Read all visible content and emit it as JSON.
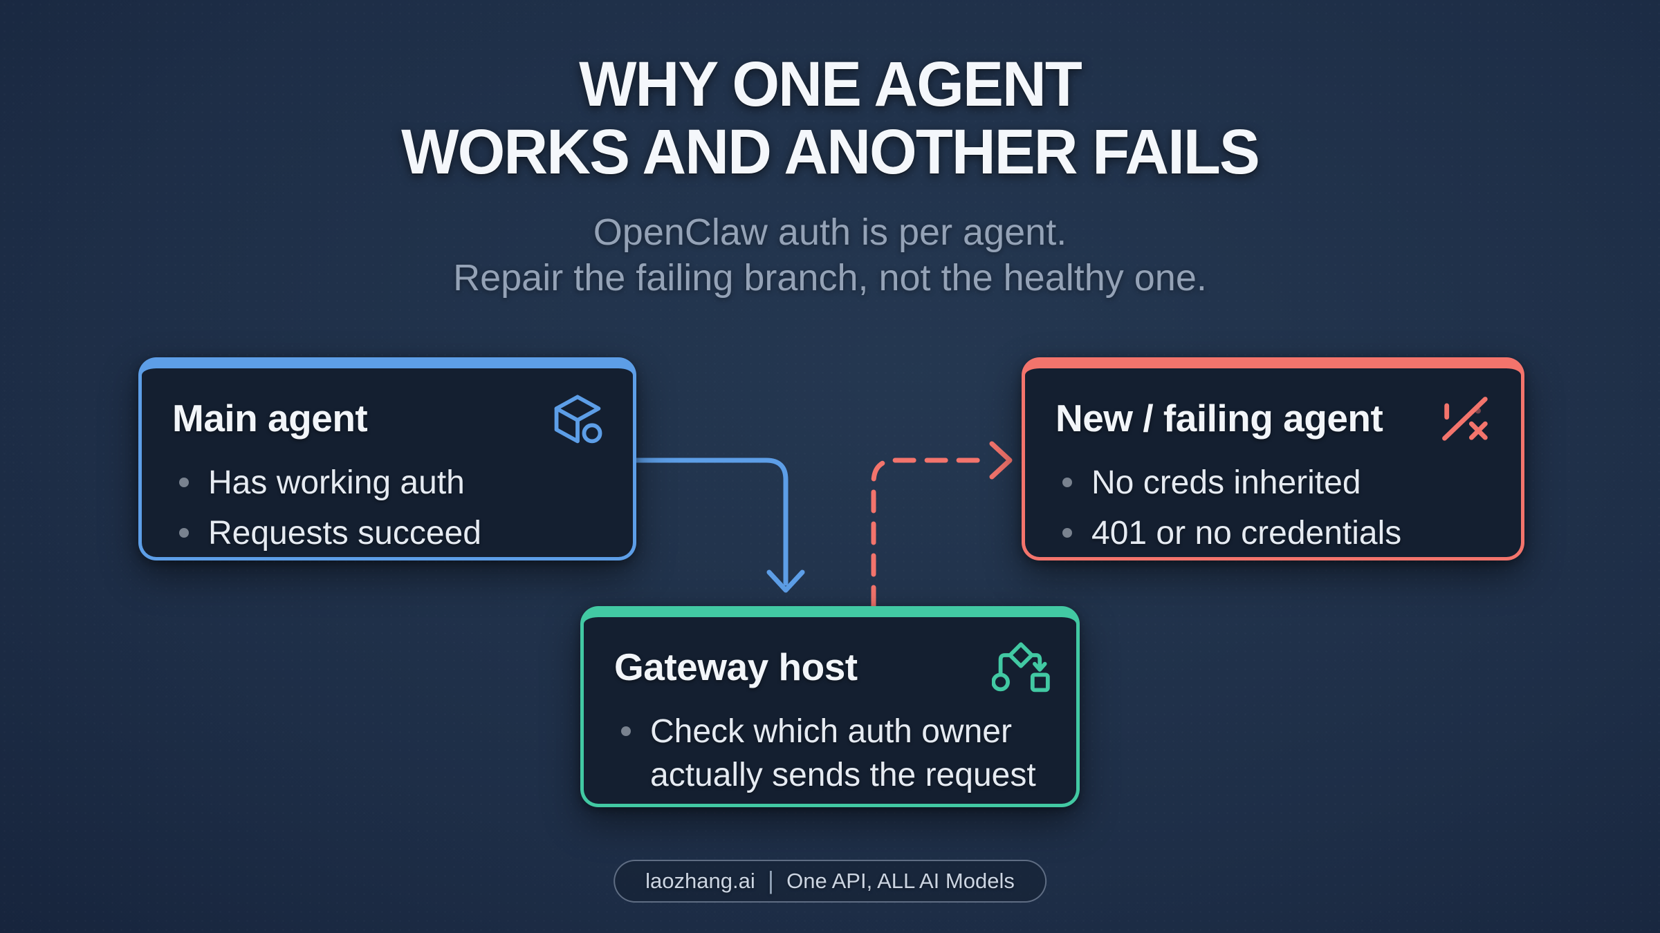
{
  "page": {
    "title_line1": "WHY ONE AGENT",
    "title_line2": "WORKS AND ANOTHER FAILS",
    "subtitle_line1": "OpenClaw auth is per agent.",
    "subtitle_line2": "Repair the failing branch, not the healthy one."
  },
  "nodes": {
    "main_agent": {
      "title": "Main agent",
      "icon": "cube-icon",
      "accent": "#5d9ee7",
      "bullets": [
        "Has working auth",
        "Requests succeed"
      ]
    },
    "failing_agent": {
      "title": "New / failing agent",
      "icon": "broken-slash-icon",
      "accent": "#f3746c",
      "bullets": [
        "No creds inherited",
        "401 or no credentials"
      ]
    },
    "gateway_host": {
      "title": "Gateway host",
      "icon": "flowchart-icon",
      "accent": "#42c9a3",
      "bullets": [
        "Check which auth owner actually sends the request"
      ]
    }
  },
  "connectors": {
    "main_to_gateway": {
      "style": "solid",
      "color": "#5d9ee7",
      "from": "main_agent",
      "to": "gateway_host"
    },
    "gateway_to_failing": {
      "style": "dashed",
      "color": "#f3746c",
      "from": "gateway_host",
      "to": "failing_agent"
    }
  },
  "footer": {
    "brand": "laozhang.ai",
    "divider": "|",
    "tagline": "One API, ALL AI Models"
  },
  "colors": {
    "background_center": "#243750",
    "background_edge": "#0e1a2e",
    "node_fill": "#141f30",
    "title_text": "#f4f7fb",
    "subtitle_text": "#94a2b6",
    "bullet_text": "#e6ebf2",
    "bullet_dot": "#79828f",
    "footer_text": "#ccd5e2",
    "blue": "#5d9ee7",
    "red": "#f3746c",
    "teal": "#42c9a3"
  }
}
